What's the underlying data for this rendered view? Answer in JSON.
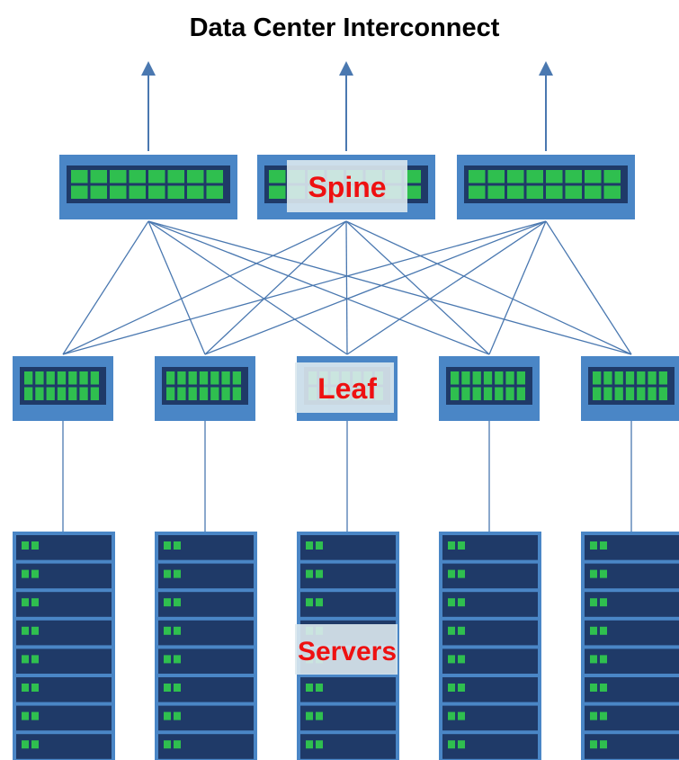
{
  "title": "Data Center Interconnect",
  "labels": {
    "spine": "Spine",
    "leaf": "Leaf",
    "servers": "Servers"
  },
  "topology": {
    "spine_count": 3,
    "leaf_count": 5,
    "server_rack_count": 5,
    "servers_per_rack": 8,
    "uplinks_per_spine": 1,
    "full_mesh_spine_to_leaf": true
  },
  "colors": {
    "switch_body": "#4a86c6",
    "switch_panel": "#1f3a68",
    "port_green": "#2fbf4f",
    "link_line": "#4a78b0",
    "label_red": "#ee1111",
    "label_box": "#dbe9ee",
    "server_body": "#1f3a68",
    "server_frame": "#4a86c6"
  },
  "icons": {
    "spine": "network-switch-icon",
    "leaf": "network-switch-icon",
    "server": "server-rack-icon",
    "uplink": "arrow-up-icon"
  }
}
